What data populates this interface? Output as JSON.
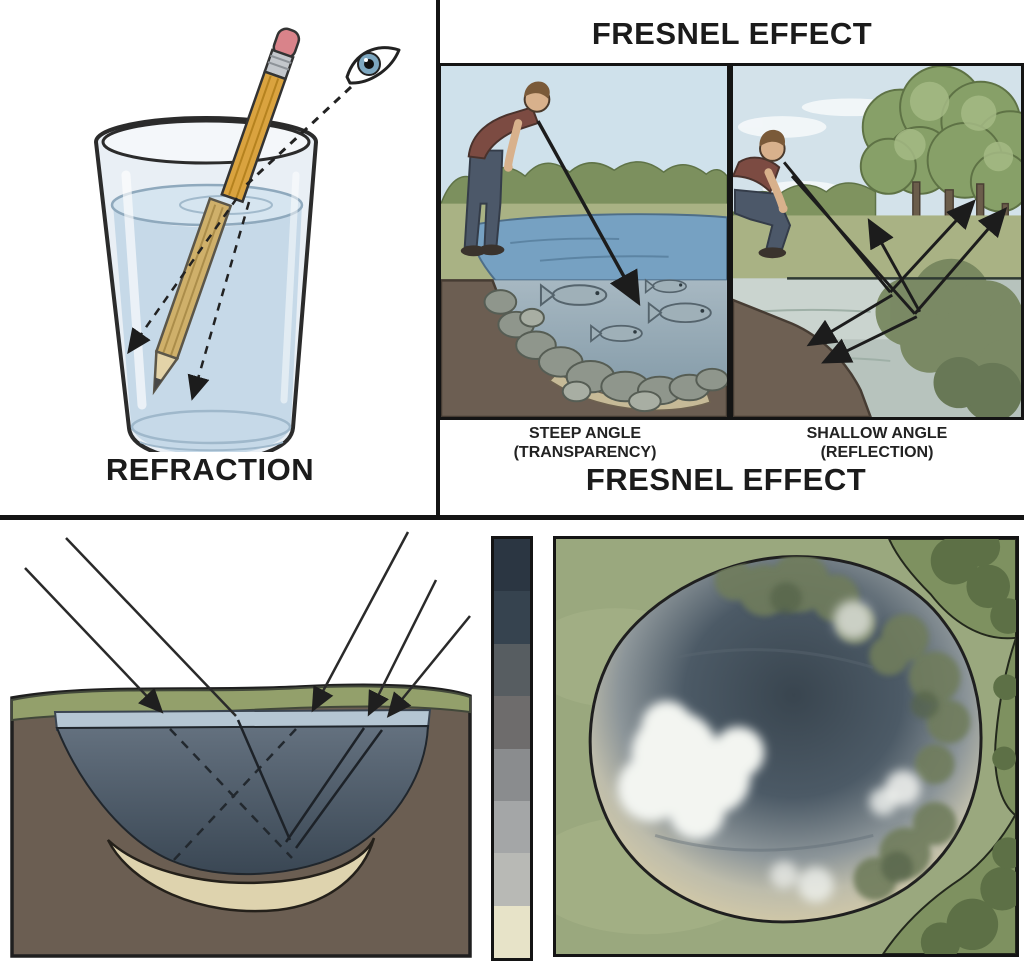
{
  "refraction_section": {
    "caption": "REFRACTION",
    "icons": [
      "eye-icon",
      "pencil-icon",
      "glass-of-water"
    ]
  },
  "fresnel_section": {
    "title": "FRESNEL EFFECT",
    "panels": [
      {
        "caption_line1": "STEEP ANGLE",
        "caption_line2": "(TRANSPARENCY)",
        "scene": "person looking steeply down into pond, fish and rocks visible underwater"
      },
      {
        "caption_line1": "SHALLOW ANGLE",
        "caption_line2": "(REFLECTION)",
        "scene": "person looking at shallow angle across pond, trees reflected on water"
      }
    ],
    "footer_title": "FRESNEL EFFECT"
  },
  "bottom_section": {
    "cross_section_scene": "pond cross-section with view rays, refracted dashed rays, sandy bottom",
    "depth_colorbar": {
      "colors": [
        "#2b3642",
        "#36434f",
        "#575d61",
        "#6e6c6c",
        "#8a8c8e",
        "#a4a6a7",
        "#b8b9b5",
        "#e7e3c8"
      ]
    },
    "top_view_scene": "top-down pond with tan shallow rim, dark deep center, cloud and tree reflections"
  },
  "palette": {
    "divider": "#141414",
    "sky": "#cfe1eb",
    "grass": "#a9b284",
    "bush_green": "#7c905e",
    "pond_blue": "#76a1c2",
    "earth_brown": "#6b5e52",
    "deep_water": "#3d4a56",
    "sand": "#ded3ae",
    "pencil_yellow": "#daa33f",
    "eraser_pink": "#d9838a",
    "shirt_red": "#7c4b42",
    "jeans_blue": "#4c5869"
  }
}
